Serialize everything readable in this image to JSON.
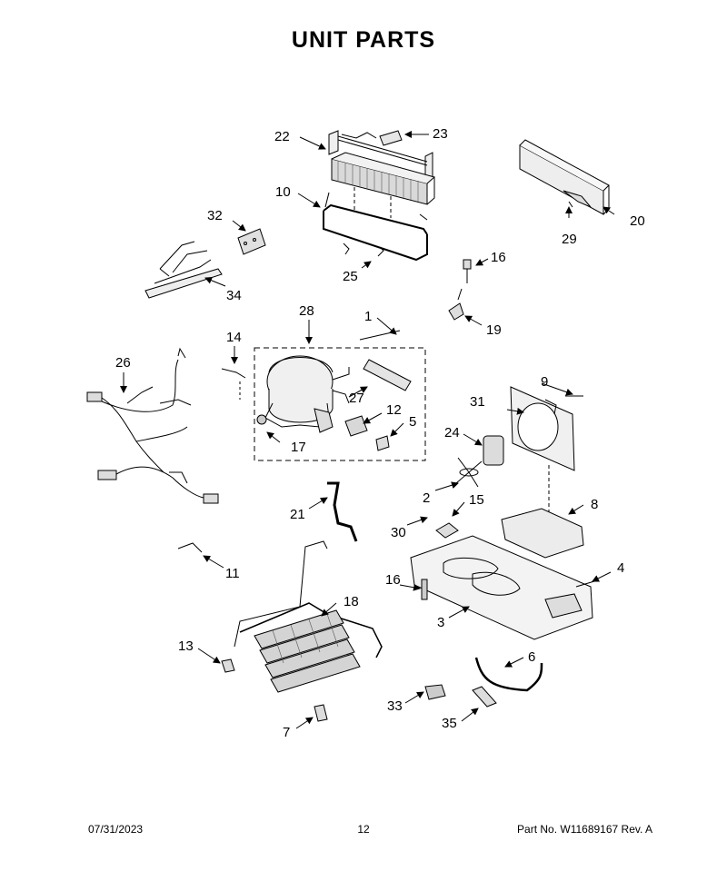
{
  "page": {
    "title": "UNIT  PARTS",
    "footer": {
      "date": "07/31/2023",
      "page_number": "12",
      "part_no": "Part No.  W11689167  Rev.  A"
    }
  },
  "callouts": [
    {
      "id": "c1",
      "text": "1"
    },
    {
      "id": "c2",
      "text": "2"
    },
    {
      "id": "c3",
      "text": "3"
    },
    {
      "id": "c4",
      "text": "4"
    },
    {
      "id": "c5",
      "text": "5"
    },
    {
      "id": "c6",
      "text": "6"
    },
    {
      "id": "c7",
      "text": "7"
    },
    {
      "id": "c8",
      "text": "8"
    },
    {
      "id": "c9",
      "text": "9"
    },
    {
      "id": "c10",
      "text": "10"
    },
    {
      "id": "c11",
      "text": "11"
    },
    {
      "id": "c12",
      "text": "12"
    },
    {
      "id": "c13",
      "text": "13"
    },
    {
      "id": "c14",
      "text": "14"
    },
    {
      "id": "c15",
      "text": "15"
    },
    {
      "id": "c16a",
      "text": "16"
    },
    {
      "id": "c16b",
      "text": "16"
    },
    {
      "id": "c17",
      "text": "17"
    },
    {
      "id": "c18",
      "text": "18"
    },
    {
      "id": "c19",
      "text": "19"
    },
    {
      "id": "c20",
      "text": "20"
    },
    {
      "id": "c21",
      "text": "21"
    },
    {
      "id": "c22",
      "text": "22"
    },
    {
      "id": "c23",
      "text": "23"
    },
    {
      "id": "c24",
      "text": "24"
    },
    {
      "id": "c25",
      "text": "25"
    },
    {
      "id": "c26",
      "text": "26"
    },
    {
      "id": "c27",
      "text": "27"
    },
    {
      "id": "c28",
      "text": "28"
    },
    {
      "id": "c29",
      "text": "29"
    },
    {
      "id": "c30",
      "text": "30"
    },
    {
      "id": "c31",
      "text": "31"
    },
    {
      "id": "c32",
      "text": "32"
    },
    {
      "id": "c33",
      "text": "33"
    },
    {
      "id": "c34",
      "text": "34"
    },
    {
      "id": "c35",
      "text": "35"
    }
  ]
}
